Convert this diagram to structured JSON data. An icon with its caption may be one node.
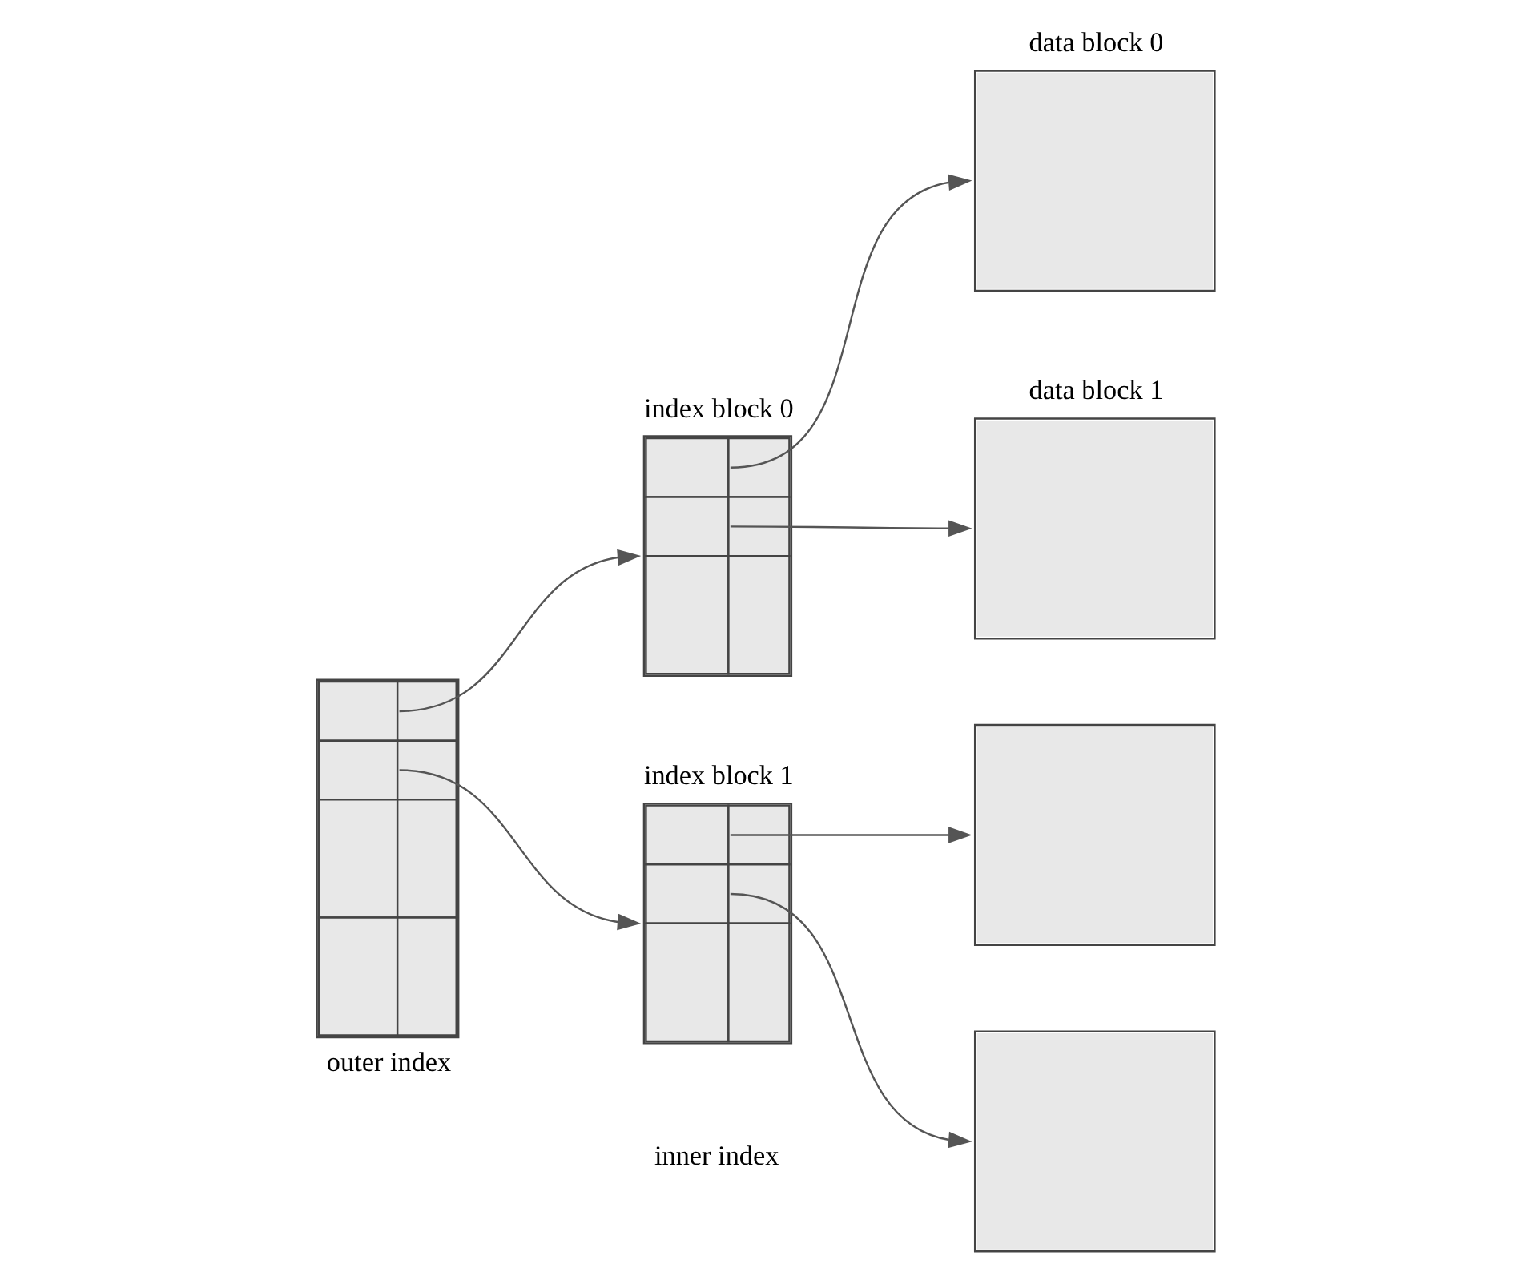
{
  "diagram": {
    "nodes": [
      {
        "text": [
          "outer index"
        ]
      },
      {
        "text": [],
        "shape": "box",
        "beside": [
          "index block 0"
        ]
      },
      {
        "text": [],
        "shape": "box",
        "beside": [
          "index block 1"
        ]
      },
      {
        "text": [],
        "shape": "box",
        "beside": [
          "data block 0"
        ]
      },
      {
        "text": [],
        "shape": "box",
        "beside": [
          "data block 1"
        ]
      },
      {
        "text": [],
        "shape": "box"
      },
      {
        "text": [],
        "shape": "box"
      }
    ],
    "edges": [
      {
        "from": 0,
        "to": 1,
        "arrow": "to"
      },
      {
        "from": 0,
        "to": 2,
        "arrow": "to"
      },
      {
        "from": 1,
        "to": 3,
        "arrow": "to"
      },
      {
        "from": 1,
        "to": 4,
        "arrow": "to"
      },
      {
        "from": 2,
        "to": 5,
        "arrow": "to"
      },
      {
        "from": 2,
        "to": 6,
        "arrow": "to"
      }
    ],
    "labels": [
      "inner index"
    ]
  }
}
